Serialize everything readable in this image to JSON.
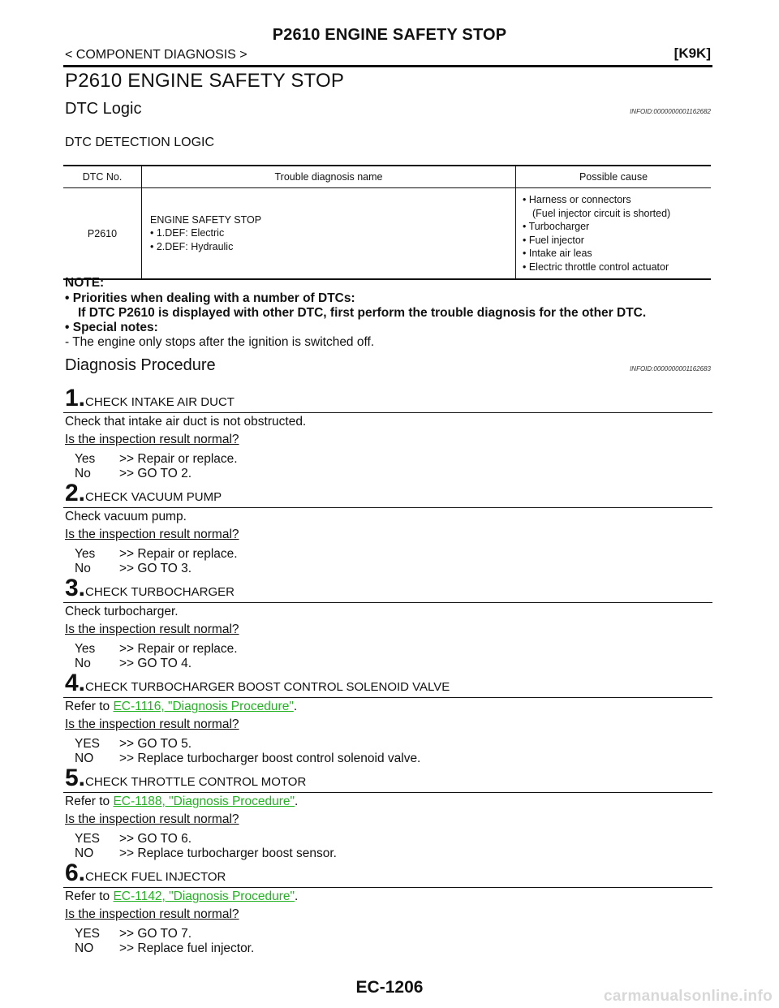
{
  "header": {
    "title": "P2610 ENGINE SAFETY STOP",
    "breadcrumb": "< COMPONENT DIAGNOSIS >",
    "model_code": "[K9K]"
  },
  "section_title": "P2610 ENGINE SAFETY STOP",
  "dtc_logic": {
    "title": "DTC Logic",
    "infoid": "INFOID:0000000001162682",
    "subheading": "DTC DETECTION LOGIC",
    "table": {
      "headers": [
        "DTC No.",
        "Trouble diagnosis name",
        "Possible cause"
      ],
      "row": {
        "dtc_no": "P2610",
        "name_lines": [
          "ENGINE SAFETY STOP",
          "• 1.DEF: Electric",
          "• 2.DEF: Hydraulic"
        ],
        "cause_lines": [
          "• Harness or connectors",
          "(Fuel injector circuit is shorted)",
          "• Turbocharger",
          "• Fuel injector",
          "• Intake air leas",
          "• Electric throttle control actuator"
        ]
      }
    }
  },
  "note": {
    "label": "NOTE:",
    "bullet1": "• Priorities when dealing with a number of DTCs:",
    "bullet1_detail": "If DTC P2610 is displayed with other DTC, first perform the trouble diagnosis for the other DTC.",
    "bullet2": "• Special notes:",
    "dash": "- The engine only stops after the ignition is switched off."
  },
  "diagnosis": {
    "title": "Diagnosis Procedure",
    "infoid": "INFOID:0000000001162683",
    "question": "Is the inspection result normal?",
    "refer_prefix": "Refer to ",
    "steps": [
      {
        "num": "1.",
        "title": "CHECK INTAKE AIR DUCT",
        "body": "Check that intake air duct is not obstructed.",
        "link": "",
        "yes_key": "Yes",
        "yes_val": ">> Repair or replace.",
        "no_key": "No",
        "no_val": ">> GO TO 2."
      },
      {
        "num": "2.",
        "title": "CHECK VACUUM PUMP",
        "body": "Check vacuum pump.",
        "link": "",
        "yes_key": "Yes",
        "yes_val": ">> Repair or replace.",
        "no_key": "No",
        "no_val": ">> GO TO 3."
      },
      {
        "num": "3.",
        "title": "CHECK TURBOCHARGER",
        "body": "Check turbocharger.",
        "link": "",
        "yes_key": "Yes",
        "yes_val": ">> Repair or replace.",
        "no_key": "No",
        "no_val": ">> GO TO 4."
      },
      {
        "num": "4.",
        "title": "CHECK TURBOCHARGER BOOST CONTROL SOLENOID VALVE",
        "body": "",
        "link": "EC-1116, \"Diagnosis Procedure\"",
        "yes_key": "YES",
        "yes_val": ">> GO TO 5.",
        "no_key": "NO",
        "no_val": ">> Replace turbocharger boost control solenoid valve."
      },
      {
        "num": "5.",
        "title": "CHECK THROTTLE CONTROL MOTOR",
        "body": "",
        "link": "EC-1188, \"Diagnosis Procedure\"",
        "yes_key": "YES",
        "yes_val": ">> GO TO 6.",
        "no_key": "NO",
        "no_val": ">> Replace turbocharger boost sensor."
      },
      {
        "num": "6.",
        "title": "CHECK FUEL INJECTOR",
        "body": "",
        "link": "EC-1142, \"Diagnosis Procedure\"",
        "yes_key": "YES",
        "yes_val": ">> GO TO 7.",
        "no_key": "NO",
        "no_val": ">> Replace fuel injector."
      }
    ]
  },
  "page_number": "EC-1206",
  "watermark": "carmanualsonline.info"
}
